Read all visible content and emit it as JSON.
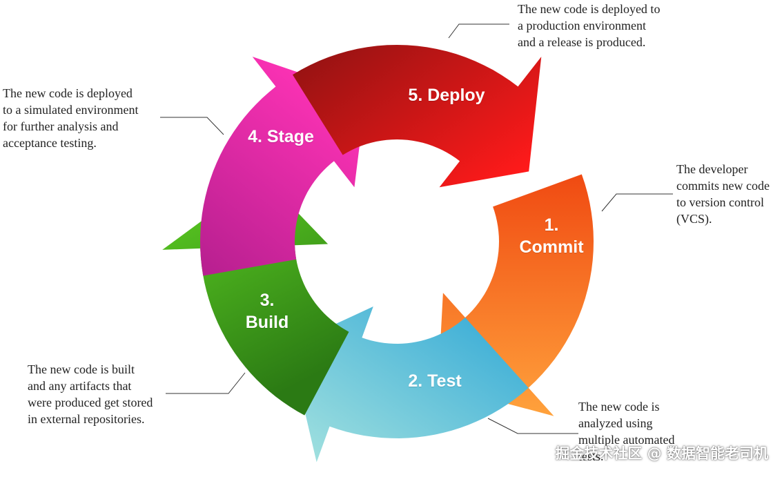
{
  "stages": [
    {
      "label": "1.\nCommit",
      "description": "The developer\ncommits new code\nto version control\n(VCS).",
      "color_start": "#f04a12",
      "color_end": "#ffa23c"
    },
    {
      "label": "2. Test",
      "description": "The new code is\nanalyzed using\nmultiple automated\ntests.",
      "color_start": "#2fa7d6",
      "color_end": "#a6e3df"
    },
    {
      "label": "3.\nBuild",
      "description": "The new code is built\nand any artifacts that\nwere produced get stored\nin external repositories.",
      "color_start": "#5fd123",
      "color_end": "#2b7a14"
    },
    {
      "label": "4. Stage",
      "description": "The new code is deployed\nto a simulated environment\nfor further analysis and\nacceptance testing.",
      "color_start": "#b61f8f",
      "color_end": "#ff33b6"
    },
    {
      "label": "5. Deploy",
      "description": "The new code is deployed to\na production environment\nand a release is produced.",
      "color_start": "#8e1212",
      "color_end": "#ff1a1a"
    }
  ],
  "watermark": "掘金技术社区 @ 数据智能老司机"
}
